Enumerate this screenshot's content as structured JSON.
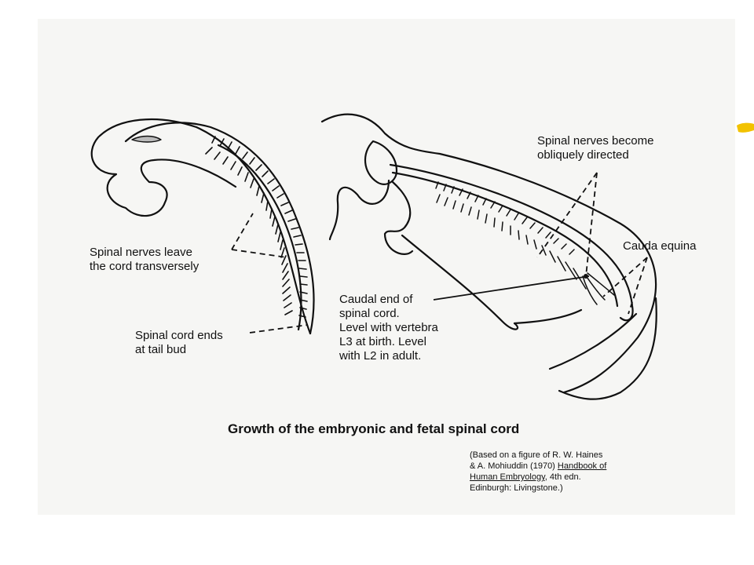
{
  "labels": {
    "nerves_transverse": [
      "Spinal nerves leave",
      "the cord transversely"
    ],
    "cord_ends": [
      "Spinal cord ends",
      "at tail bud"
    ],
    "nerves_oblique": [
      "Spinal nerves become",
      "obliquely directed"
    ],
    "cauda_equina": "Cauda equina",
    "caudal_end": [
      "Caudal end of",
      "spinal cord.",
      "Level with vertebra",
      "L3 at birth.  Level",
      "with L2 in adult."
    ]
  },
  "title": "Growth of the embryonic and fetal spinal cord",
  "citation": {
    "line1": "(Based on a figure of R. W. Haines",
    "line2_plain": "& A. Mohiuddin (1970) ",
    "line2_underlined": "Handbook of",
    "line3_underlined": "Human Embryology",
    "line3_plain": ", 4th edn.",
    "line4": "Edinburgh: Livingstone.)"
  },
  "colors": {
    "panel": "#f6f6f4",
    "ink": "#111111",
    "accent": "#f2c200"
  }
}
